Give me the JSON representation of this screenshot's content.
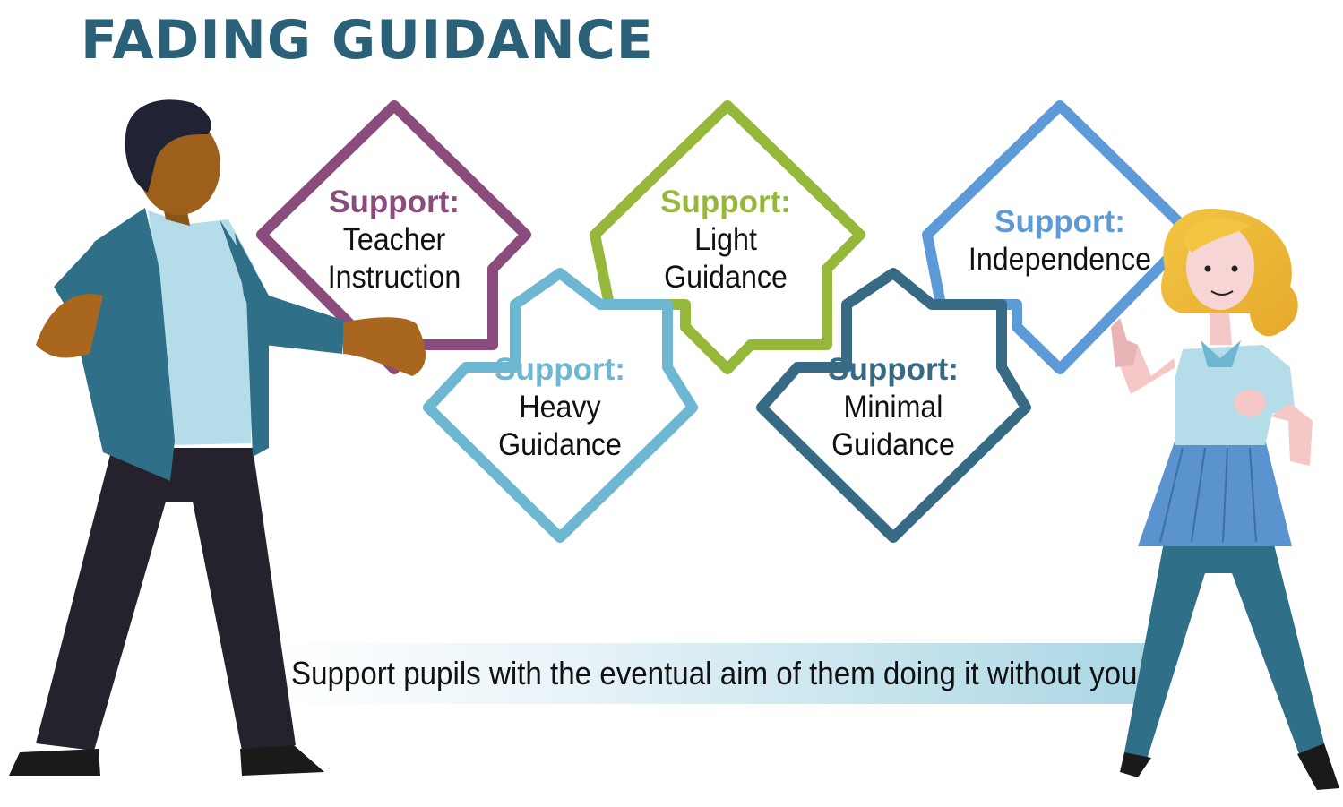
{
  "title": "FADING GUIDANCE",
  "colors": {
    "title": "#2b6178",
    "teacher_instruction": "#8a4c7d",
    "heavy_guidance": "#6db7d3",
    "light_guidance": "#96b83a",
    "minimal_guidance": "#376a85",
    "independence": "#5d9bd8"
  },
  "stages": [
    {
      "id": "teacher-instruction",
      "heading": "Support:",
      "lines": [
        "Teacher",
        "Instruction"
      ],
      "color": "#8a4c7d"
    },
    {
      "id": "heavy-guidance",
      "heading": "Support:",
      "lines": [
        "Heavy",
        "Guidance"
      ],
      "color": "#6db7d3"
    },
    {
      "id": "light-guidance",
      "heading": "Support:",
      "lines": [
        "Light",
        "Guidance"
      ],
      "color": "#96b83a"
    },
    {
      "id": "minimal-guidance",
      "heading": "Support:",
      "lines": [
        "Minimal",
        "Guidance"
      ],
      "color": "#376a85"
    },
    {
      "id": "independence",
      "heading": "Support:",
      "lines": [
        "Independence"
      ],
      "color": "#5d9bd8"
    }
  ],
  "banner": "Support pupils with the eventual aim of them doing it without you",
  "figures": {
    "teacher": "teacher-illustration",
    "pupil": "pupil-thumbs-up-illustration"
  }
}
